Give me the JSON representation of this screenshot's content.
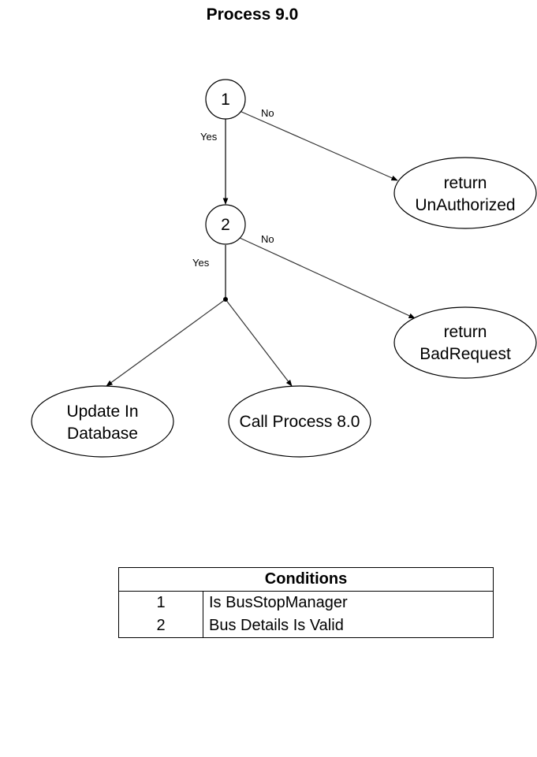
{
  "title": "Process 9.0",
  "nodes": {
    "decision_1": "1",
    "decision_2": "2",
    "unauthorized": [
      "return",
      "UnAuthorized"
    ],
    "badrequest": [
      "return",
      "BadRequest"
    ],
    "update": [
      "Update In",
      "Database"
    ],
    "call": "Call Process 8.0"
  },
  "edge_labels": {
    "d1_no": "No",
    "d1_yes": "Yes",
    "d2_no": "No",
    "d2_yes": "Yes"
  },
  "conditions": {
    "header": "Conditions",
    "rows": [
      {
        "id": "1",
        "text": "Is BusStopManager"
      },
      {
        "id": "2",
        "text": "Bus Details Is Valid"
      }
    ]
  },
  "colors": {
    "stroke": "#000000",
    "edge": "#333333",
    "background": "#ffffff"
  }
}
